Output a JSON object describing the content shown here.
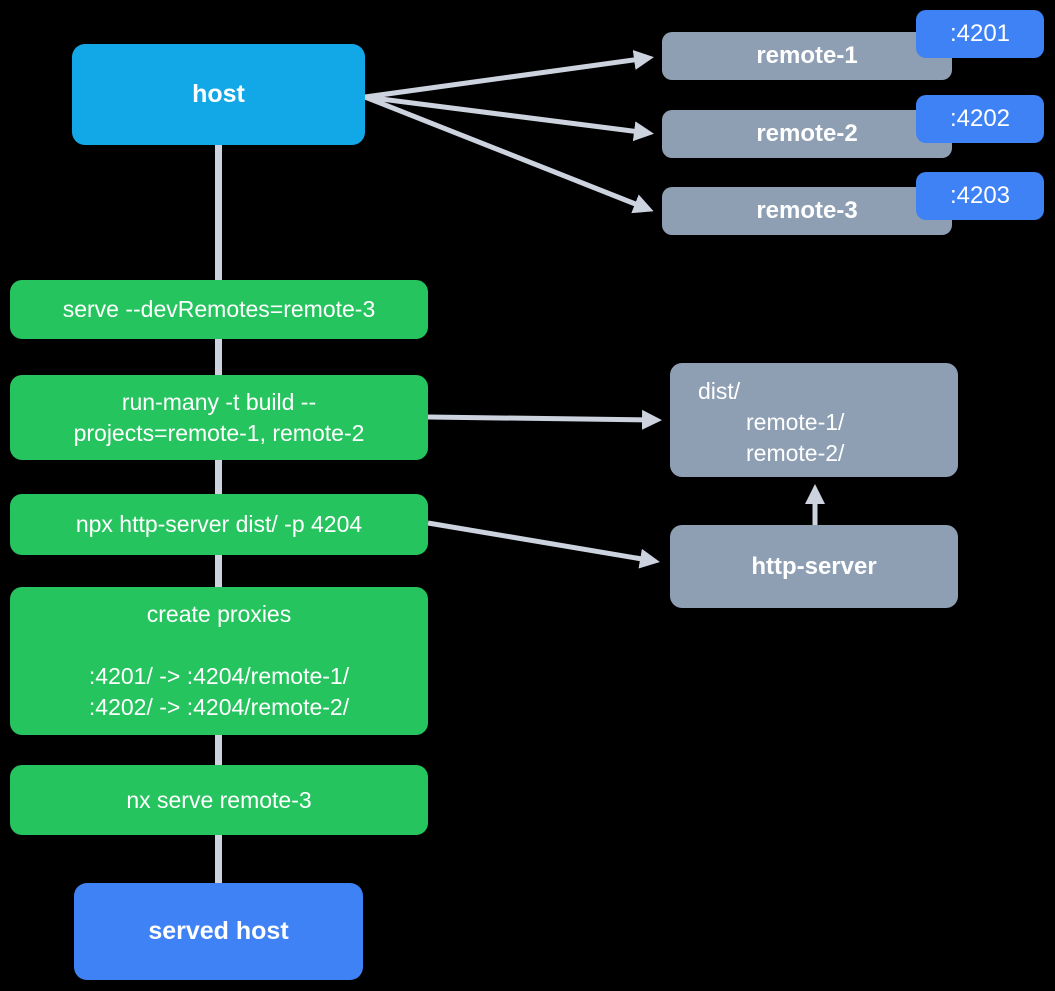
{
  "colors": {
    "bg": "#000000",
    "cyan": "#12a8e8",
    "green": "#26c45e",
    "slate": "#8e9fb4",
    "blue": "#3e82f6",
    "edge": "#ccd3de",
    "text": "#ffffff"
  },
  "nodes": {
    "host": {
      "label": "host"
    },
    "remotes": [
      {
        "label": "remote-1",
        "port": ":4201"
      },
      {
        "label": "remote-2",
        "port": ":4202"
      },
      {
        "label": "remote-3",
        "port": ":4203"
      }
    ],
    "commands": [
      {
        "lines": [
          "serve --devRemotes=remote-3"
        ]
      },
      {
        "lines": [
          "run-many -t build --",
          "projects=remote-1, remote-2"
        ]
      },
      {
        "lines": [
          "npx http-server dist/ -p 4204"
        ]
      },
      {
        "lines": [
          "create proxies",
          "",
          ":4201/ -> :4204/remote-1/",
          ":4202/ -> :4204/remote-2/"
        ]
      },
      {
        "lines": [
          "nx serve remote-3"
        ]
      }
    ],
    "dist": {
      "title": "dist/",
      "entries": [
        "remote-1/",
        "remote-2/"
      ]
    },
    "http_server": {
      "label": "http-server"
    },
    "served_host": {
      "label": "served host"
    }
  }
}
